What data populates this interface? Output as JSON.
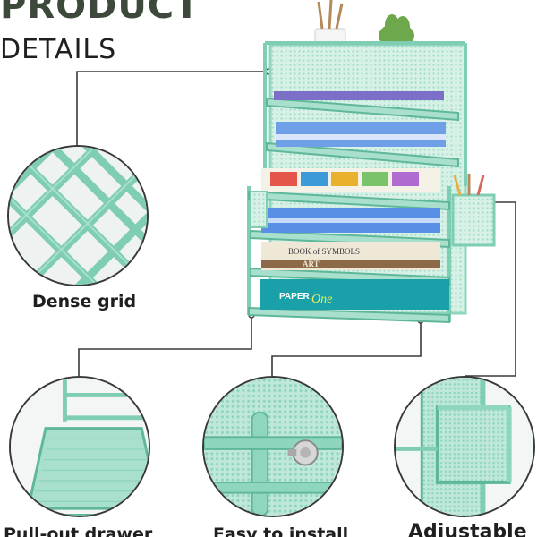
{
  "header": {
    "title": "PRODUCT",
    "subtitle": "DETAILS"
  },
  "features": [
    {
      "label": "Dense grid"
    },
    {
      "label": "Pull-out drawer"
    },
    {
      "label": "Easy to install"
    },
    {
      "label": "Adjustable"
    }
  ],
  "product": {
    "book_spine_text": "BOOK of SYMBOLS",
    "book_spine_sub": "ART",
    "paper_brand": "PAPER",
    "paper_brand_sub": "One"
  },
  "colors": {
    "mint": "#8fd6be",
    "mint_dark": "#5fb79a",
    "mint_light": "#c6ecdf",
    "title": "#3d4a3b",
    "line": "#3a3a3a"
  }
}
